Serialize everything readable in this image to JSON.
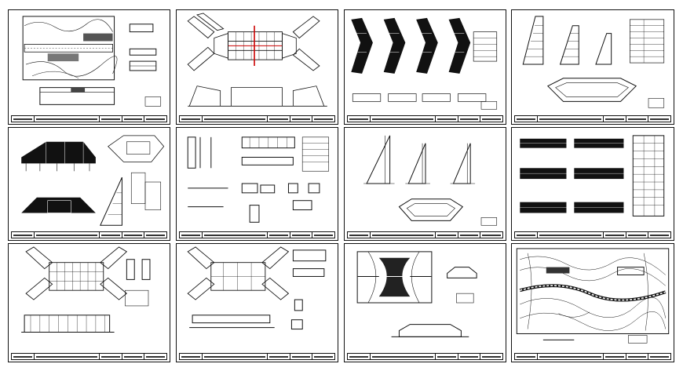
{
  "drawing_set": {
    "sheet_count": 12,
    "rows": 3,
    "columns": 4,
    "sheets": [
      {
        "id": "s1",
        "icon": "site-plan-icon"
      },
      {
        "id": "s2",
        "icon": "x-shaped-plan-icon"
      },
      {
        "id": "s3",
        "icon": "wing-wall-plan-icon"
      },
      {
        "id": "s4",
        "icon": "wall-section-icon"
      },
      {
        "id": "s5",
        "icon": "elevation-icon"
      },
      {
        "id": "s6",
        "icon": "detail-sheet-icon"
      },
      {
        "id": "s7",
        "icon": "wall-section-icon"
      },
      {
        "id": "s8",
        "icon": "rebar-schedule-icon"
      },
      {
        "id": "s9",
        "icon": "x-shaped-plan-icon"
      },
      {
        "id": "s10",
        "icon": "x-shaped-plan-icon"
      },
      {
        "id": "s11",
        "icon": "contour-plan-icon"
      },
      {
        "id": "s12",
        "icon": "contour-map-icon"
      }
    ]
  },
  "colors": {
    "line": "#111111",
    "accent_red": "#cc0000",
    "paper": "#ffffff"
  }
}
